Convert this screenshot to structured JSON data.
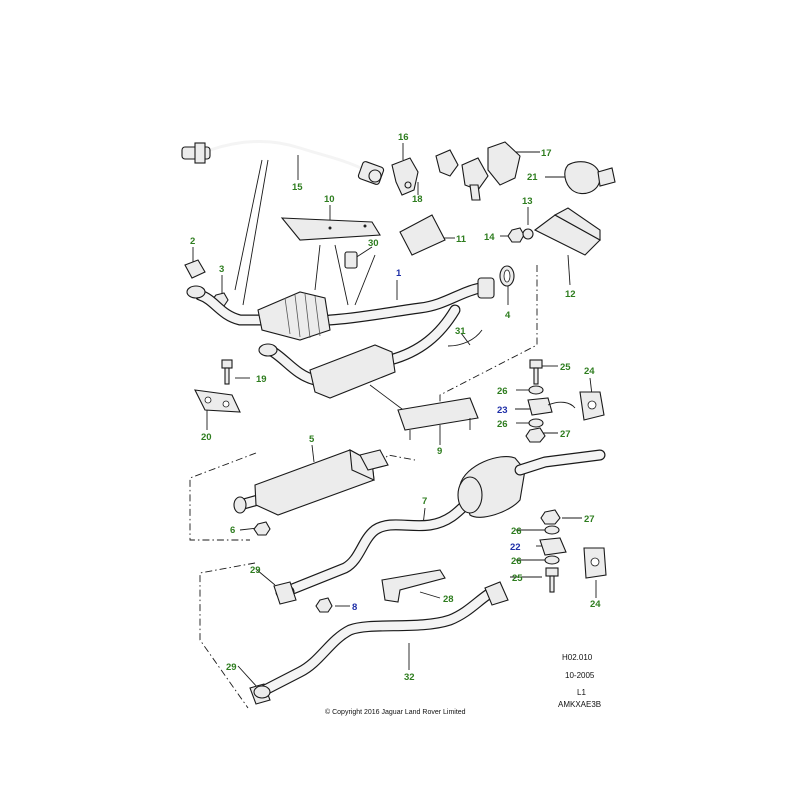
{
  "diagram": {
    "callouts": [
      {
        "id": "c1",
        "label": "1",
        "color": "blue"
      },
      {
        "id": "c2",
        "label": "2",
        "color": "green"
      },
      {
        "id": "c3",
        "label": "3",
        "color": "green"
      },
      {
        "id": "c4",
        "label": "4",
        "color": "green"
      },
      {
        "id": "c5",
        "label": "5",
        "color": "green"
      },
      {
        "id": "c6",
        "label": "6",
        "color": "green"
      },
      {
        "id": "c7",
        "label": "7",
        "color": "green"
      },
      {
        "id": "c8",
        "label": "8",
        "color": "blue"
      },
      {
        "id": "c9",
        "label": "9",
        "color": "green"
      },
      {
        "id": "c10",
        "label": "10",
        "color": "green"
      },
      {
        "id": "c11",
        "label": "11",
        "color": "green"
      },
      {
        "id": "c12",
        "label": "12",
        "color": "green"
      },
      {
        "id": "c13",
        "label": "13",
        "color": "green"
      },
      {
        "id": "c14",
        "label": "14",
        "color": "green"
      },
      {
        "id": "c15",
        "label": "15",
        "color": "green"
      },
      {
        "id": "c16",
        "label": "16",
        "color": "green"
      },
      {
        "id": "c17",
        "label": "17",
        "color": "green"
      },
      {
        "id": "c18",
        "label": "18",
        "color": "green"
      },
      {
        "id": "c19",
        "label": "19",
        "color": "green"
      },
      {
        "id": "c20",
        "label": "20",
        "color": "green"
      },
      {
        "id": "c21",
        "label": "21",
        "color": "green"
      },
      {
        "id": "c22",
        "label": "22",
        "color": "blue"
      },
      {
        "id": "c23",
        "label": "23",
        "color": "blue"
      },
      {
        "id": "c24a",
        "label": "24",
        "color": "green"
      },
      {
        "id": "c24b",
        "label": "24",
        "color": "green"
      },
      {
        "id": "c25a",
        "label": "25",
        "color": "green"
      },
      {
        "id": "c25b",
        "label": "25",
        "color": "green"
      },
      {
        "id": "c26a",
        "label": "26",
        "color": "green"
      },
      {
        "id": "c26b",
        "label": "26",
        "color": "green"
      },
      {
        "id": "c26c",
        "label": "26",
        "color": "green"
      },
      {
        "id": "c26d",
        "label": "26",
        "color": "green"
      },
      {
        "id": "c27a",
        "label": "27",
        "color": "green"
      },
      {
        "id": "c27b",
        "label": "27",
        "color": "green"
      },
      {
        "id": "c28",
        "label": "28",
        "color": "green"
      },
      {
        "id": "c29a",
        "label": "29",
        "color": "green"
      },
      {
        "id": "c29b",
        "label": "29",
        "color": "green"
      },
      {
        "id": "c30",
        "label": "30",
        "color": "green"
      },
      {
        "id": "c31",
        "label": "31",
        "color": "green"
      },
      {
        "id": "c32",
        "label": "32",
        "color": "green"
      }
    ],
    "colors": {
      "green": "#2e7d1f",
      "blue": "#1f2fa8",
      "line": "#1a1a1a",
      "part_fill": "#ececec"
    }
  },
  "info": {
    "ref_code": "H02.010",
    "date": "10-2005",
    "level": "L1",
    "image_code": "AMKXAE3B",
    "copyright": "© Copyright 2016 Jaguar Land Rover Limited"
  }
}
